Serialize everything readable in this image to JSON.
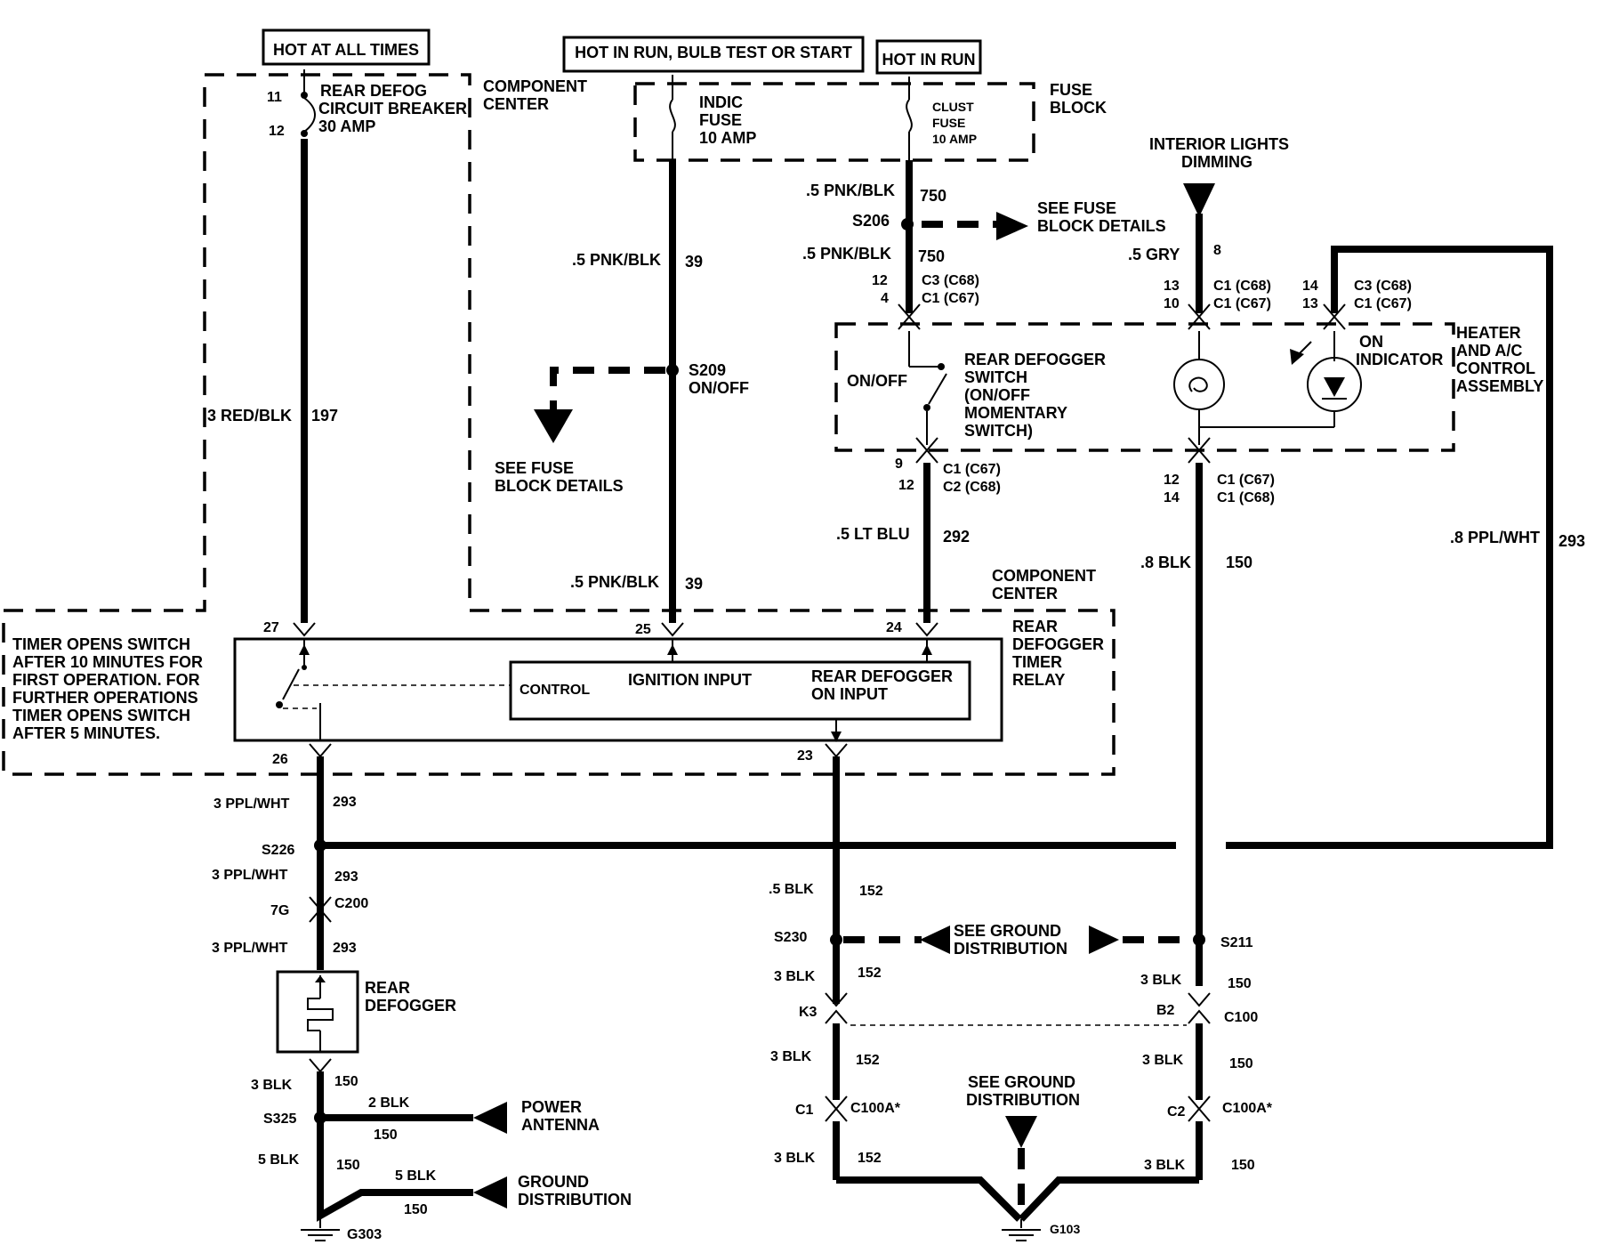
{
  "supply": {
    "hot_at_all_times": "HOT AT ALL TIMES",
    "hot_in_run_bulb": "HOT IN RUN, BULB TEST OR START",
    "hot_in_run": "HOT IN RUN"
  },
  "component_center_top": {
    "line1": "COMPONENT",
    "line2": "CENTER"
  },
  "circuit_breaker": {
    "pin_in": "11",
    "pin_out": "12",
    "line1": "REAR DEFOG",
    "line2": "CIRCUIT BREAKER",
    "line3": "30 AMP"
  },
  "fuse_block": {
    "line1": "FUSE",
    "line2": "BLOCK"
  },
  "indic_fuse": {
    "line1": "INDIC",
    "line2": "FUSE",
    "line3": "10 AMP"
  },
  "clust_fuse": {
    "line1": "CLUST",
    "line2": "FUSE",
    "line3": "10 AMP"
  },
  "wires": {
    "w197": {
      "gauge": "3 RED/BLK",
      "circuit": "197"
    },
    "w39_top": {
      "gauge": ".5 PNK/BLK",
      "circuit": "39"
    },
    "w39_bot": {
      "gauge": ".5 PNK/BLK",
      "circuit": "39"
    },
    "w750_top": {
      "gauge": ".5 PNK/BLK",
      "circuit": "750"
    },
    "w750_bot": {
      "gauge": ".5 PNK/BLK",
      "circuit": "750"
    },
    "w8": {
      "gauge": ".5 GRY",
      "circuit": "8"
    },
    "w292": {
      "gauge": ".5 LT BLU",
      "circuit": "292"
    },
    "w150_top": {
      "gauge": ".8 BLK",
      "circuit": "150"
    },
    "w293_right": {
      "gauge": ".8 PPL/WHT",
      "circuit": "293"
    },
    "w293_a": {
      "gauge": "3 PPL/WHT",
      "circuit": "293"
    },
    "w293_b": {
      "gauge": "3 PPL/WHT",
      "circuit": "293"
    },
    "w293_c": {
      "gauge": "3 PPL/WHT",
      "circuit": "293"
    },
    "w152_a": {
      "gauge": ".5 BLK",
      "circuit": "152"
    },
    "w152_b": {
      "gauge": "3 BLK",
      "circuit": "152"
    },
    "w152_c": {
      "gauge": "3 BLK",
      "circuit": "152"
    },
    "w152_d": {
      "gauge": "3 BLK",
      "circuit": "152"
    },
    "w150_a": {
      "gauge": "3 BLK",
      "circuit": "150"
    },
    "w150_b": {
      "gauge": "3 BLK",
      "circuit": "150"
    },
    "w150_c": {
      "gauge": "3 BLK",
      "circuit": "150"
    },
    "w150_left_a": {
      "gauge": "3 BLK",
      "circuit": "150"
    },
    "w150_left_b": {
      "gauge": "5 BLK",
      "circuit": "150"
    },
    "w150_ant": {
      "gauge": "2  BLK",
      "circuit": "150"
    },
    "w150_gnd": {
      "gauge": "5 BLK",
      "circuit": "150"
    }
  },
  "splices": {
    "s206": "S206",
    "s209": "S209",
    "s209_sub": "ON/OFF",
    "s226": "S226",
    "s230": "S230",
    "s211": "S211",
    "s325": "S325"
  },
  "refs": {
    "see_fuse_block_right": {
      "line1": "SEE FUSE",
      "line2": "BLOCK DETAILS"
    },
    "see_fuse_block_left": {
      "line1": "SEE FUSE",
      "line2": "BLOCK DETAILS"
    },
    "see_ground_mid": {
      "line1": "SEE GROUND",
      "line2": "DISTRIBUTION"
    },
    "see_ground_bottom": {
      "line1": "SEE GROUND",
      "line2": "DISTRIBUTION"
    },
    "interior_lights": {
      "line1": "INTERIOR LIGHTS",
      "line2": "DIMMING"
    },
    "power_antenna": {
      "line1": "POWER",
      "line2": "ANTENNA"
    },
    "ground_distribution": {
      "line1": "GROUND",
      "line2": "DISTRIBUTION"
    }
  },
  "connectors": {
    "c750_pins": {
      "a": "12",
      "b": "4"
    },
    "c750_names": {
      "a": "C3 (C68)",
      "b": "C1 (C67)"
    },
    "c8_pins": {
      "a": "13",
      "b": "10"
    },
    "c8_names": {
      "a": "C1 (C68)",
      "b": "C1 (C67)"
    },
    "c293_pins": {
      "a": "14",
      "b": "13"
    },
    "c293_names": {
      "a": "C3 (C68)",
      "b": "C1 (C67)"
    },
    "c292_pins": {
      "a": "9",
      "b": "12"
    },
    "c292_names": {
      "a": "C1 (C67)",
      "b": "C2 (C68)"
    },
    "c150_pins": {
      "a": "12",
      "b": "14"
    },
    "c150_names": {
      "a": "C1 (C67)",
      "b": "C1 (C68)"
    },
    "c200_pin": "7G",
    "c200_name": "C200",
    "c100_left_pin": "K3",
    "c100_right_pin": "B2",
    "c100_name": "C100",
    "c100a_left_pin": "C1",
    "c100a_right_pin": "C2",
    "c100a_name": "C100A*"
  },
  "hvac": {
    "switch_on_off": "ON/OFF",
    "switch_line1": "REAR DEFOGGER",
    "switch_line2": "SWITCH",
    "switch_line3": "(ON/OFF",
    "switch_line4": "MOMENTARY",
    "switch_line5": "SWITCH)",
    "on_indicator_1": "ON",
    "on_indicator_2": "INDICATOR",
    "assembly_1": "HEATER",
    "assembly_2": "AND A/C",
    "assembly_3": "CONTROL",
    "assembly_4": "ASSEMBLY"
  },
  "component_center_mid": {
    "line1": "COMPONENT",
    "line2": "CENTER"
  },
  "relay": {
    "pin27": "27",
    "pin25": "25",
    "pin24": "24",
    "pin26": "26",
    "pin23": "23",
    "control": "CONTROL",
    "ignition": "IGNITION INPUT",
    "on_input_1": "REAR DEFOGGER",
    "on_input_2": "ON INPUT",
    "name_1": "REAR",
    "name_2": "DEFOGGER",
    "name_3": "TIMER",
    "name_4": "RELAY"
  },
  "timer_note": [
    "TIMER OPENS SWITCH",
    "AFTER 10 MINUTES FOR",
    "FIRST OPERATION. FOR",
    "FURTHER OPERATIONS",
    "TIMER OPENS SWITCH",
    "AFTER 5 MINUTES."
  ],
  "rear_defogger": {
    "line1": "REAR",
    "line2": "DEFOGGER"
  },
  "grounds": {
    "g303": "G303",
    "g103": "G103"
  }
}
